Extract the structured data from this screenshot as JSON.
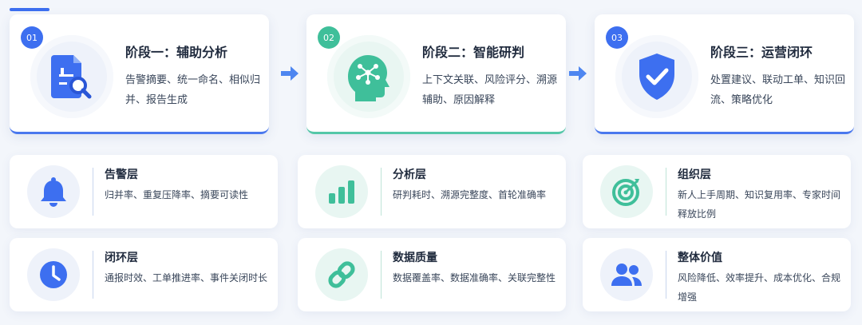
{
  "stages": [
    {
      "num": "01",
      "title": "阶段一：辅助分析",
      "desc": "告警摘要、统一命名、相似归并、报告生成",
      "icon": "document-search-icon"
    },
    {
      "num": "02",
      "title": "阶段二：智能研判",
      "desc": "上下文关联、风险评分、溯源辅助、原因解释",
      "icon": "ai-head-icon"
    },
    {
      "num": "03",
      "title": "阶段三：运营闭环",
      "desc": "处置建议、联动工单、知识回流、策略优化",
      "icon": "shield-check-icon"
    }
  ],
  "metrics": [
    {
      "title": "告警层",
      "desc": "归并率、重复压降率、摘要可读性",
      "icon": "bell-icon"
    },
    {
      "title": "分析层",
      "desc": "研判耗时、溯源完整度、首轮准确率",
      "icon": "bar-chart-icon"
    },
    {
      "title": "组织层",
      "desc": "新人上手周期、知识复用率、专家时间释放比例",
      "icon": "target-icon"
    },
    {
      "title": "闭环层",
      "desc": "通报时效、工单推进率、事件关闭时长",
      "icon": "clock-icon"
    },
    {
      "title": "数据质量",
      "desc": "数据覆盖率、数据准确率、关联完整性",
      "icon": "link-icon"
    },
    {
      "title": "整体价值",
      "desc": "风险降低、效率提升、成本优化、合规增强",
      "icon": "users-icon"
    }
  ],
  "colors": {
    "blue": "#3d6ff0",
    "teal": "#3fbf9a",
    "text": "#1f2a3d",
    "background": "#f3f6fb"
  }
}
